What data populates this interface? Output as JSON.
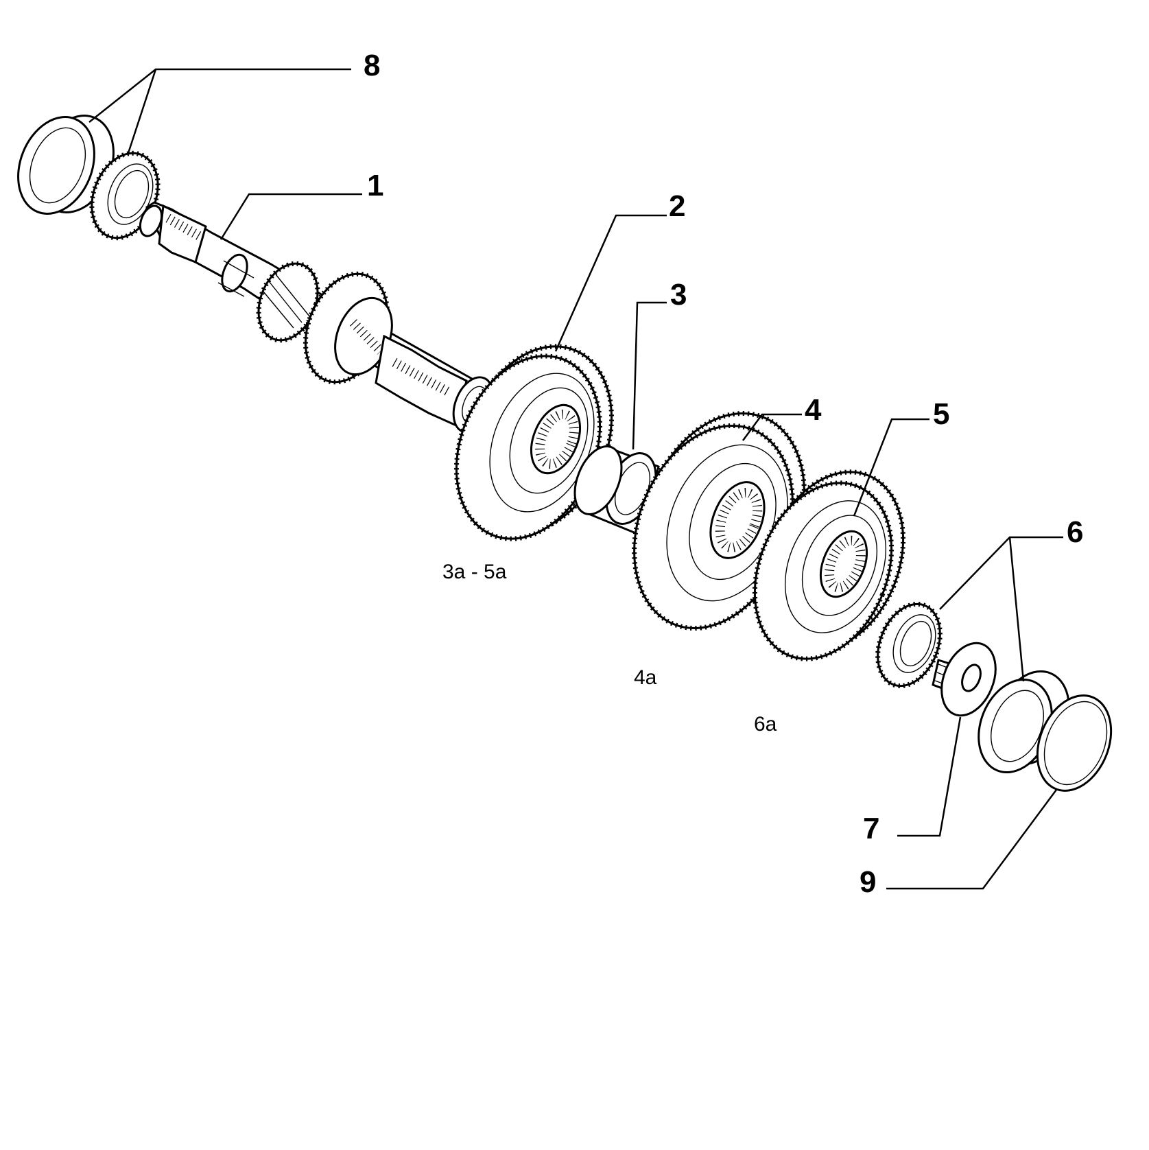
{
  "callouts": {
    "c1": "1",
    "c2": "2",
    "c3": "3",
    "c4": "4",
    "c5": "5",
    "c6": "6",
    "c7": "7",
    "c8": "8",
    "c9": "9"
  },
  "gear_labels": {
    "g35": "3a - 5a",
    "g4": "4a",
    "g6": "6a"
  },
  "colors": {
    "line": "#000000",
    "background": "#ffffff"
  }
}
